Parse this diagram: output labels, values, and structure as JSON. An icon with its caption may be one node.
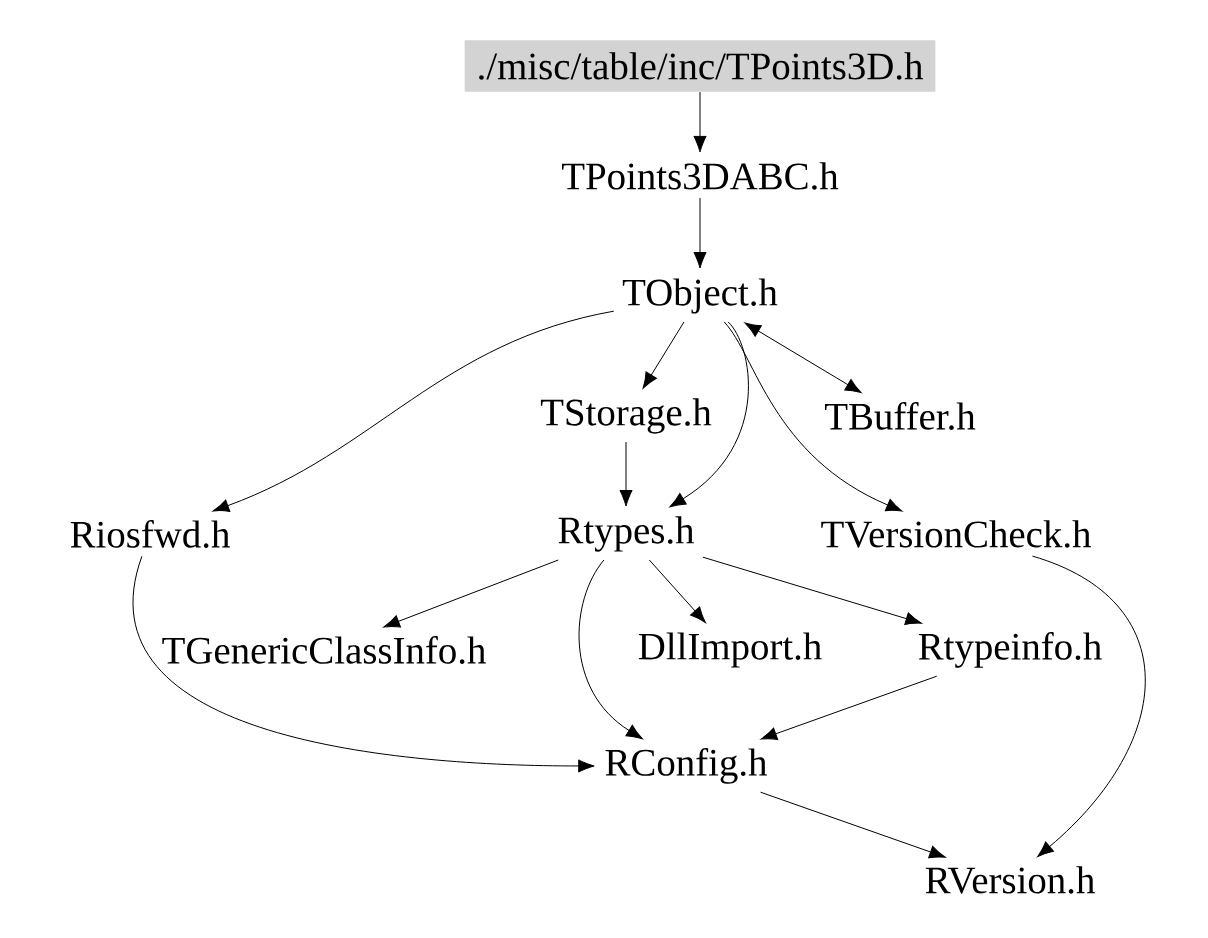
{
  "diagram": {
    "nodes": [
      {
        "text": [
          "./misc/table/inc/TPoints3D.h"
        ]
      },
      {
        "text": [
          "TPoints3DABC.h"
        ]
      },
      {
        "text": [
          "TObject.h"
        ]
      },
      {
        "text": [
          "TStorage.h"
        ]
      },
      {
        "text": [
          "TBuffer.h"
        ]
      },
      {
        "text": [
          "Riosfwd.h"
        ]
      },
      {
        "text": [
          "Rtypes.h"
        ]
      },
      {
        "text": [
          "TVersionCheck.h"
        ]
      },
      {
        "text": [
          "TGenericClassInfo.h"
        ]
      },
      {
        "text": [
          "DllImport.h"
        ]
      },
      {
        "text": [
          "Rtypeinfo.h"
        ]
      },
      {
        "text": [
          "RConfig.h"
        ]
      },
      {
        "text": [
          "RVersion.h"
        ]
      }
    ],
    "edges": [
      {
        "from": 0,
        "to": 1,
        "arrow": "to"
      },
      {
        "from": 1,
        "to": 2,
        "arrow": "to"
      },
      {
        "from": 2,
        "to": 5,
        "arrow": "to"
      },
      {
        "from": 2,
        "to": 3,
        "arrow": "to"
      },
      {
        "from": 2,
        "to": 4,
        "arrow": "both"
      },
      {
        "from": 2,
        "to": 6,
        "arrow": "to"
      },
      {
        "from": 2,
        "to": 7,
        "arrow": "to"
      },
      {
        "from": 3,
        "to": 6,
        "arrow": "to"
      },
      {
        "from": 5,
        "to": 11,
        "arrow": "to"
      },
      {
        "from": 6,
        "to": 8,
        "arrow": "to"
      },
      {
        "from": 6,
        "to": 9,
        "arrow": "to"
      },
      {
        "from": 6,
        "to": 10,
        "arrow": "to"
      },
      {
        "from": 6,
        "to": 11,
        "arrow": "to"
      },
      {
        "from": 7,
        "to": 12,
        "arrow": "to"
      },
      {
        "from": 10,
        "to": 11,
        "arrow": "to"
      },
      {
        "from": 11,
        "to": 12,
        "arrow": "to"
      }
    ]
  }
}
